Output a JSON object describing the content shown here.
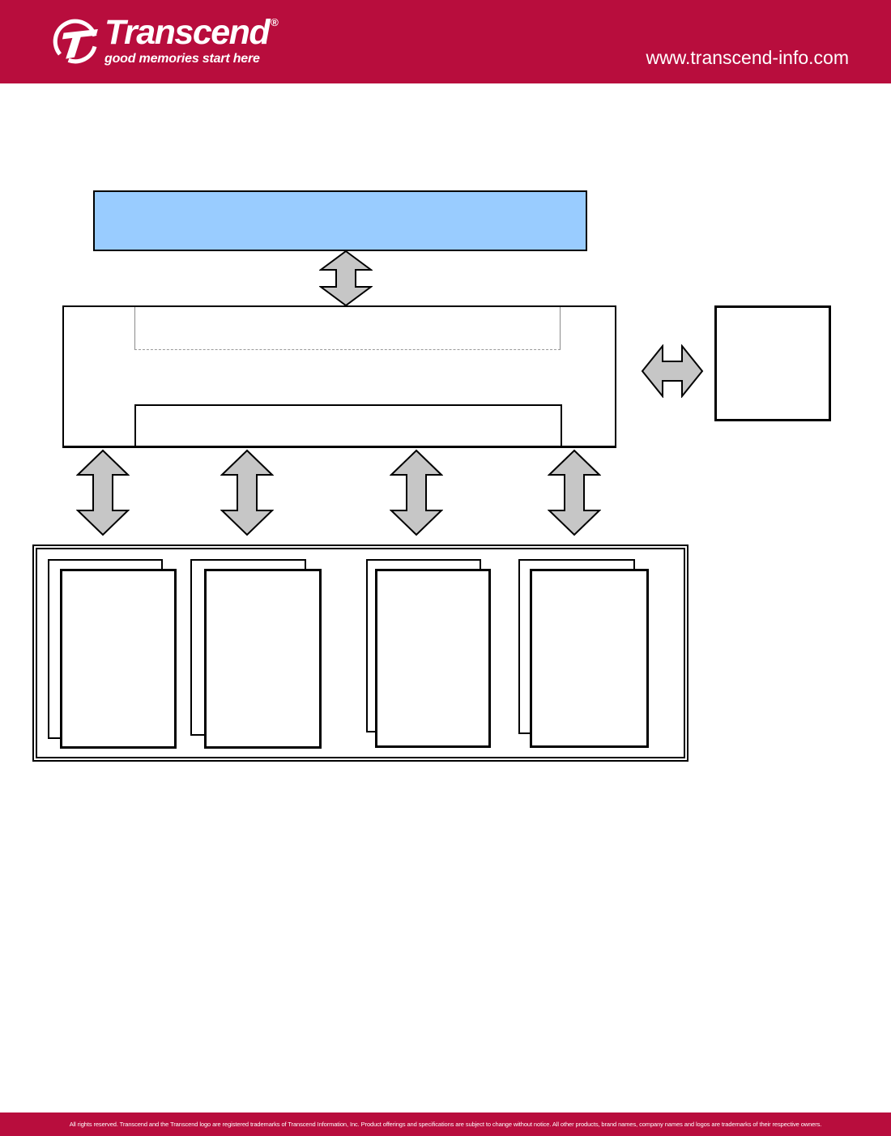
{
  "header": {
    "brand": "Transcend",
    "registered_mark": "®",
    "tagline": "good memories start here",
    "url": "www.transcend-info.com"
  },
  "diagram": {
    "flash_chip_groups": 4,
    "vertical_bus_arrows": 4,
    "top_box_label": "",
    "controller_box_label": "",
    "host_box_label": ""
  },
  "footer": {
    "text": "All rights reserved. Transcend and the Transcend logo are registered trademarks of Transcend Information, Inc. Product offerings and specifications are subject to change without notice. All other products, brand names, company names and logos are trademarks of their respective owners."
  },
  "colors": {
    "brand_red": "#B80D3D",
    "box_blue": "#99CCFF",
    "arrow_gray": "#C6C6C6"
  }
}
